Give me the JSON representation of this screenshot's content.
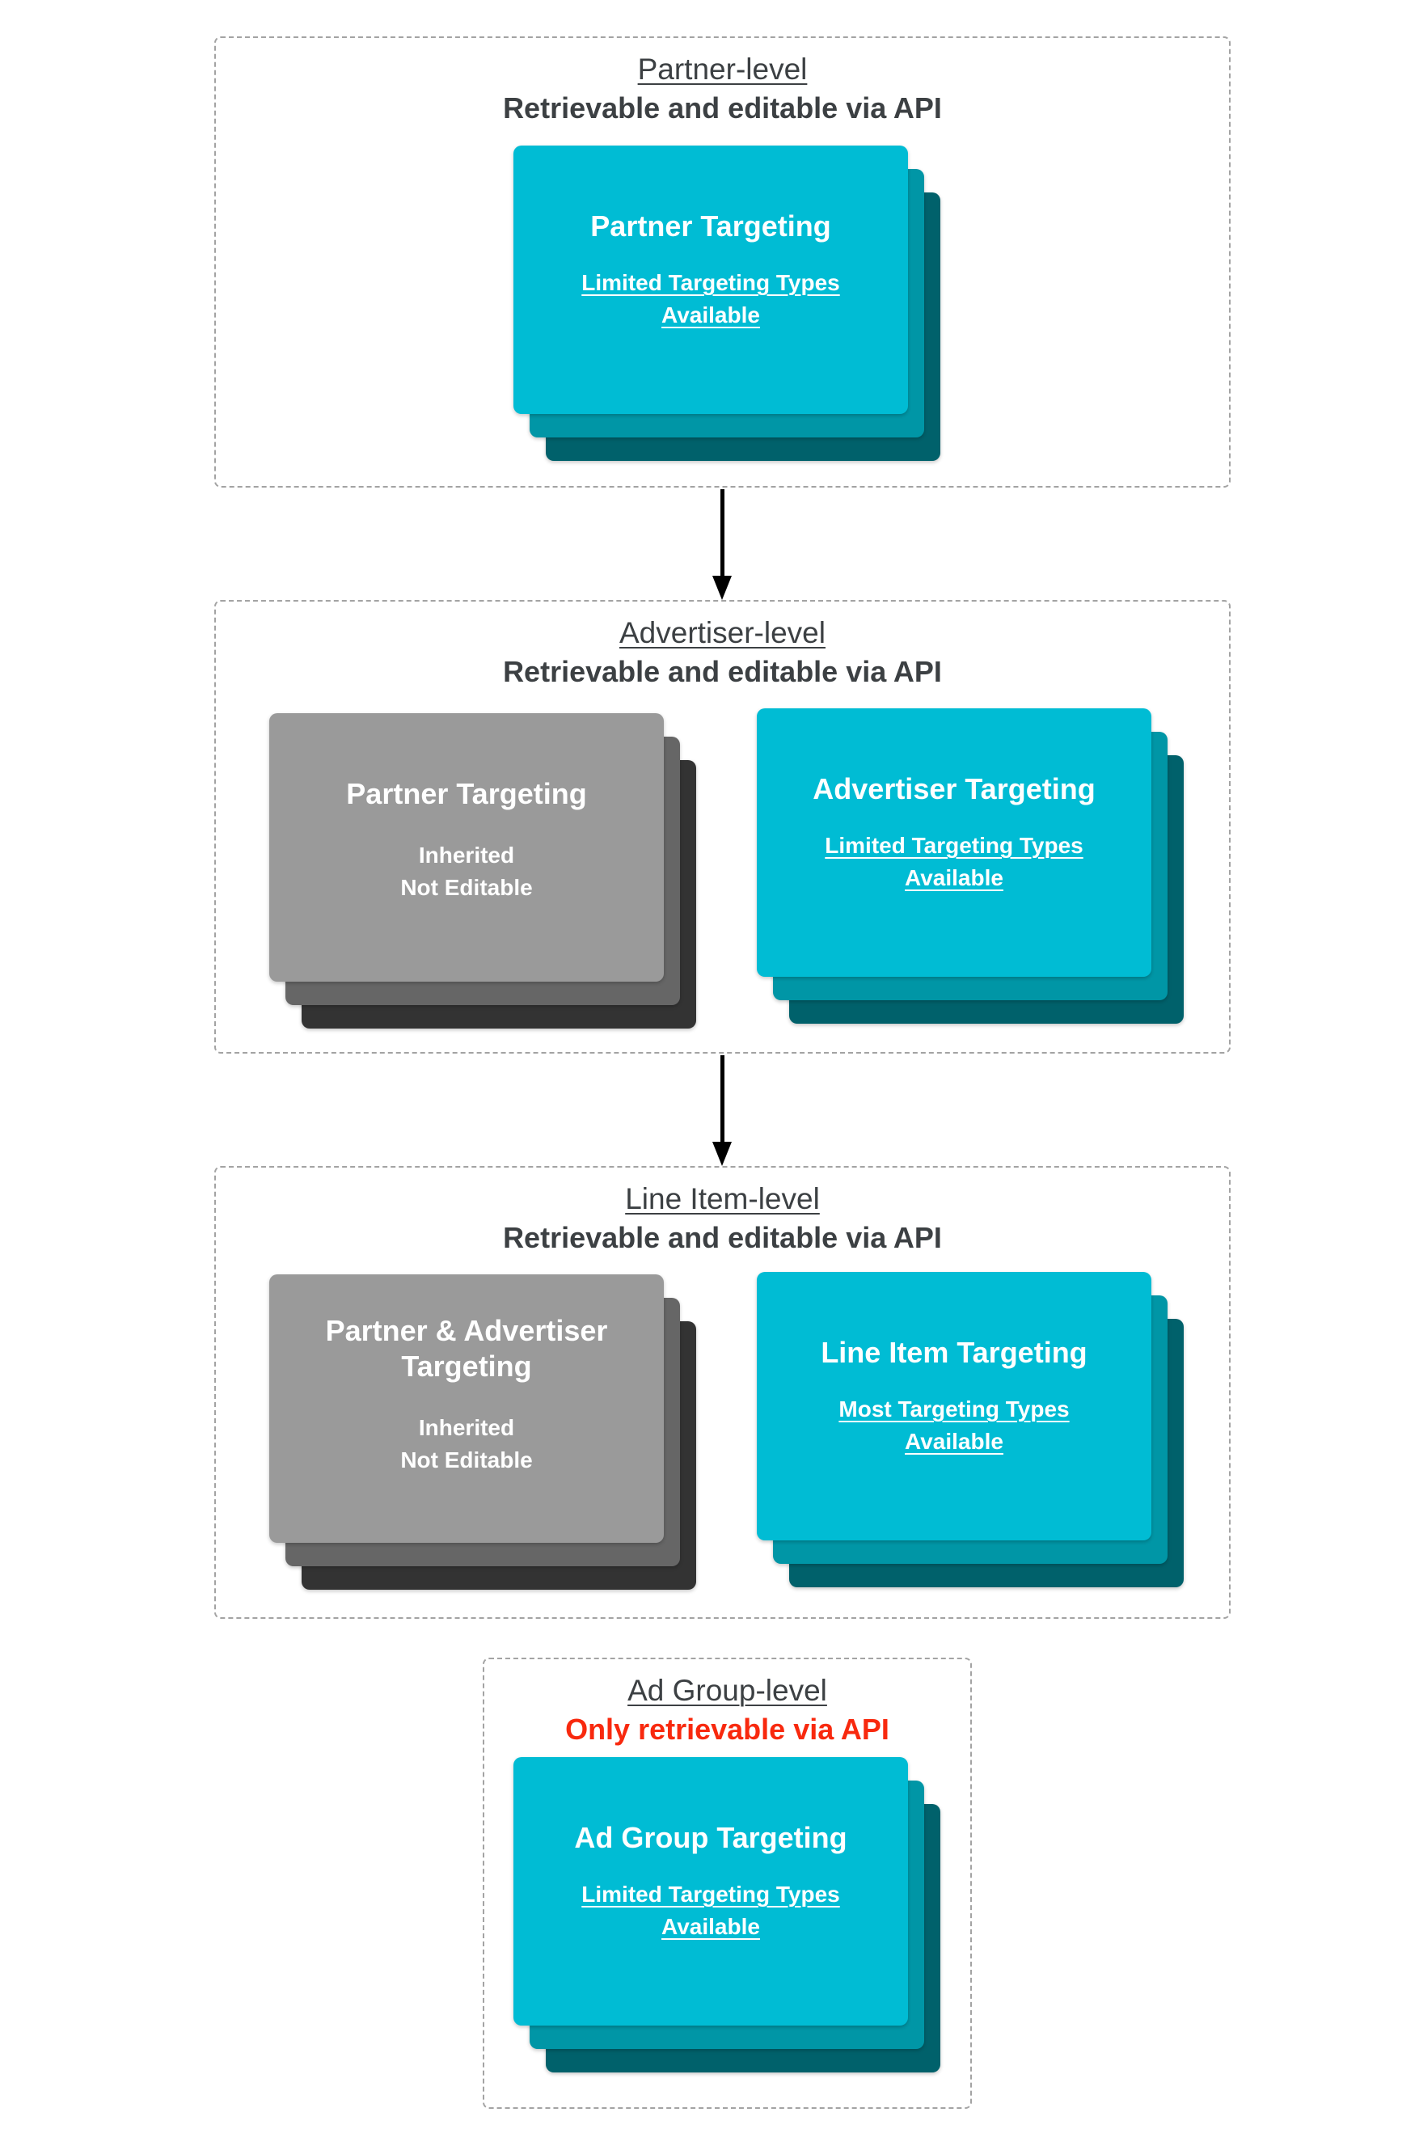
{
  "colors": {
    "cyan_card": "#00bcd4",
    "cyan_shadow_mid": "#0096a6",
    "cyan_shadow_back": "#00616b",
    "gray_card": "#9a9a9a",
    "gray_shadow_mid": "#666666",
    "gray_shadow_back": "#333333",
    "heading_text": "#3c4043",
    "red_text": "#f8290e",
    "dashed_border": "#a3a3a3",
    "arrow": "#000000"
  },
  "icons": {
    "flow_arrow_1": "arrow-down",
    "flow_arrow_2": "arrow-down"
  },
  "sections": [
    {
      "title": "Partner-level",
      "subtitle": "Retrievable and editable via API",
      "cards": [
        {
          "variant": "cyan",
          "title": "Partner Targeting",
          "body": [
            "Limited Targeting Types",
            "Available"
          ],
          "underlined": true
        }
      ]
    },
    {
      "title": "Advertiser-level",
      "subtitle": "Retrievable and editable via API",
      "cards": [
        {
          "variant": "gray",
          "title": "Partner Targeting",
          "body": [
            "Inherited",
            "Not Editable"
          ],
          "underlined": false
        },
        {
          "variant": "cyan",
          "title": "Advertiser Targeting",
          "body": [
            "Limited Targeting Types",
            "Available"
          ],
          "underlined": true
        }
      ]
    },
    {
      "title": "Line Item-level",
      "subtitle": "Retrievable and editable via API",
      "cards": [
        {
          "variant": "gray",
          "title": "Partner & Advertiser Targeting",
          "body": [
            "Inherited",
            "Not Editable"
          ],
          "underlined": false
        },
        {
          "variant": "cyan",
          "title": "Line Item Targeting",
          "body": [
            "Most Targeting Types",
            "Available"
          ],
          "underlined": true
        }
      ]
    },
    {
      "title": "Ad Group-level",
      "subtitle": "Only retrievable via API",
      "cards": [
        {
          "variant": "cyan",
          "title": "Ad Group Targeting",
          "body": [
            "Limited Targeting Types",
            "Available"
          ],
          "underlined": true
        }
      ]
    }
  ]
}
